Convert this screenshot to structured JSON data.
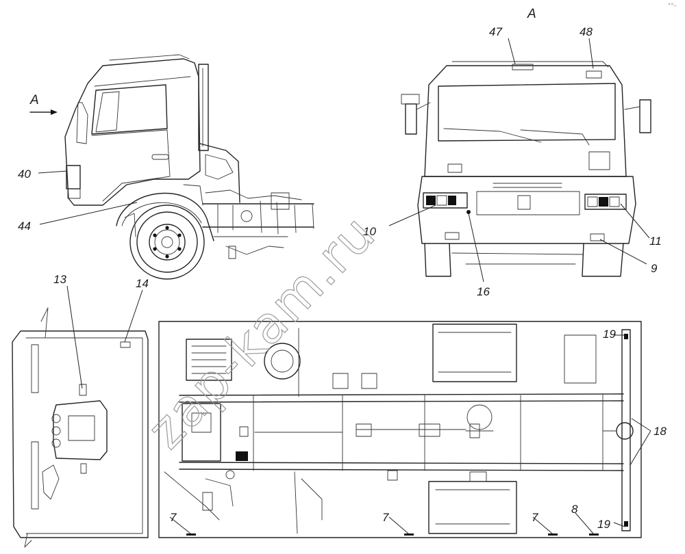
{
  "view_label": "A",
  "watermark": "zap-kam.ru",
  "corner_mark": "°°—",
  "callouts": {
    "c7a": "7",
    "c7b": "7",
    "c7c": "7",
    "c8": "8",
    "c9": "9",
    "c10": "10",
    "c11": "11",
    "c13": "13",
    "c14": "14",
    "c16": "16",
    "c18": "18",
    "c19a": "19",
    "c19b": "19",
    "c40": "40",
    "c44": "44",
    "c47": "47",
    "c48": "48"
  },
  "colors": {
    "line": "#222222",
    "background": "#ffffff",
    "watermark": "#9a9a9a"
  }
}
